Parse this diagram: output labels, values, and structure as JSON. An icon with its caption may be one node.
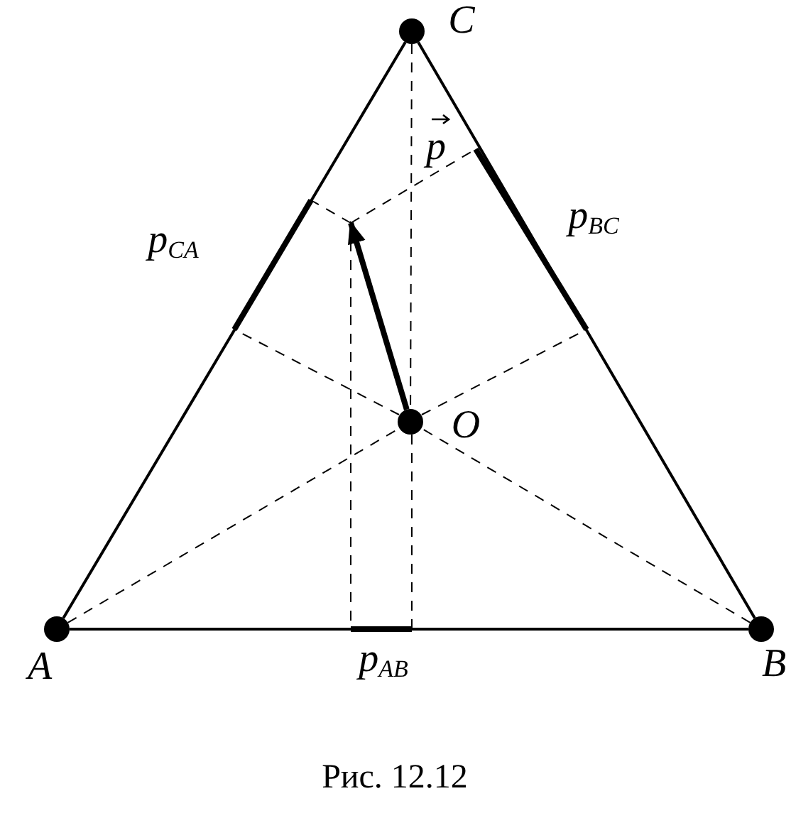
{
  "diagram": {
    "caption": "Рис. 12.12",
    "nodes": [
      {
        "text": [],
        "shape": "circle",
        "beside": [
          "C"
        ]
      },
      {
        "text": [],
        "shape": "circle",
        "beside": [
          "A"
        ]
      },
      {
        "text": [],
        "shape": "circle",
        "beside": [
          "B"
        ]
      },
      {
        "text": [],
        "shape": "circle",
        "beside": [
          "O"
        ]
      }
    ],
    "edges": [
      {
        "from": 0,
        "to": 1,
        "arrow": "none"
      },
      {
        "from": 1,
        "to": 2,
        "arrow": "none"
      },
      {
        "from": 2,
        "to": 0,
        "arrow": "none"
      },
      {
        "from": 3,
        "to": null,
        "arrow": "to",
        "style": "thick"
      },
      {
        "from": 0,
        "to": 3,
        "arrow": "none",
        "style": "dashed"
      },
      {
        "from": 1,
        "to": 3,
        "arrow": "none",
        "style": "dashed"
      },
      {
        "from": 2,
        "to": 3,
        "arrow": "none",
        "style": "dashed"
      }
    ],
    "labels": [
      "p",
      "p$_{CA}$",
      "p$_{BC}$",
      "p$_{AB}$"
    ]
  }
}
